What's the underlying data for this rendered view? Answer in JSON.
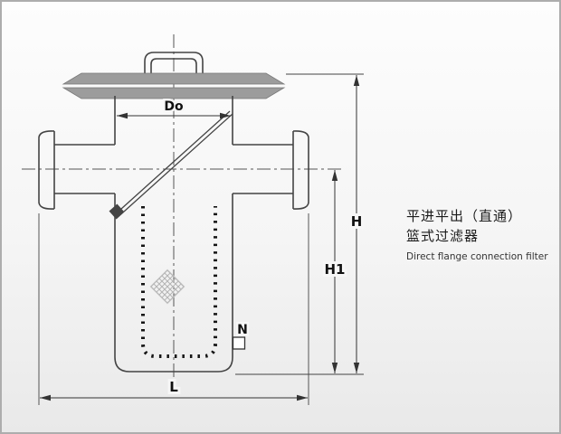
{
  "title": {
    "line1": "平进平出（直通）",
    "line2": "篮式过滤器",
    "subtitle_en": "Direct flange connection filter"
  },
  "dims": {
    "top_diameter": "Do",
    "overall_height": "H",
    "body_height": "H1",
    "overall_length": "L",
    "drain": "N"
  },
  "colors": {
    "line": "#444444",
    "flange_fill": "#9c9c9c",
    "dimension": "#333333",
    "background_top": "#fdfdfd",
    "background_bottom": "#e9e9e9",
    "border": "#adadad"
  }
}
